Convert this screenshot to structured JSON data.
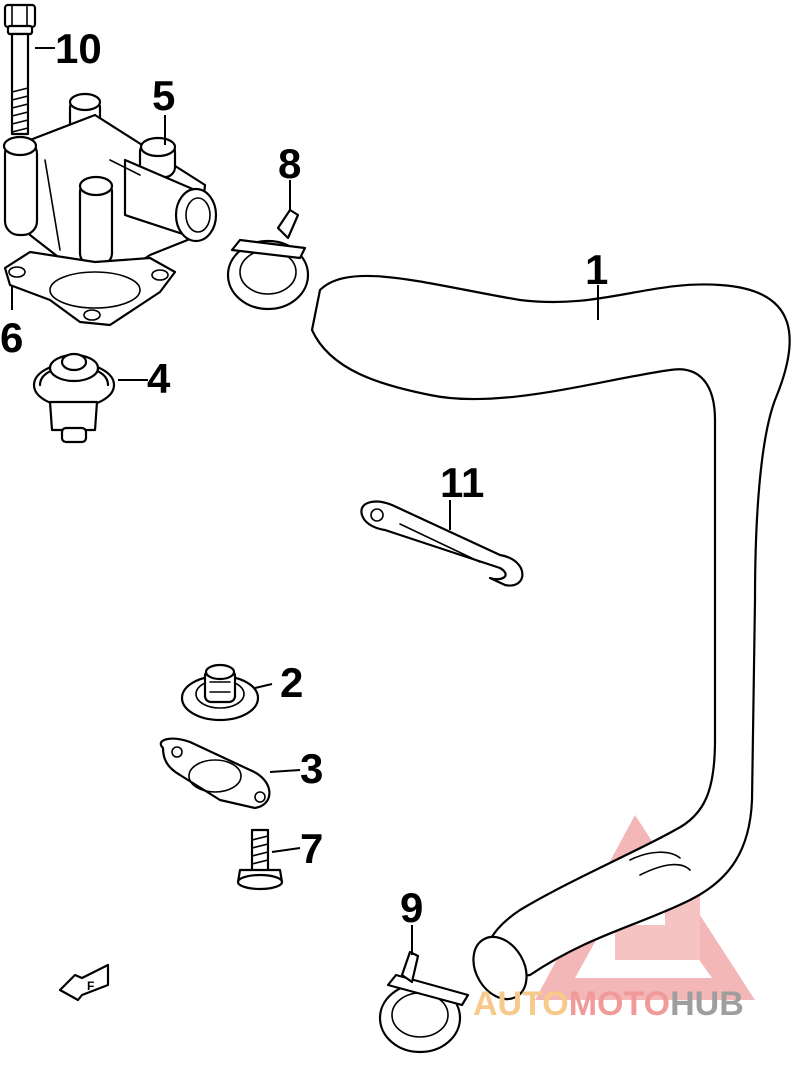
{
  "callouts": {
    "c1": "1",
    "c2": "2",
    "c3": "3",
    "c4": "4",
    "c5": "5",
    "c6": "6",
    "c7": "7",
    "c8": "8",
    "c9": "9",
    "c10": "10",
    "c11": "11"
  },
  "front_arrow": {
    "label": "F"
  },
  "watermark": {
    "brand": "AUTOMOTOHUB",
    "part1": "AUTO",
    "part2": "MOTO",
    "part3": "HUB",
    "colors": {
      "logo": "#f0a0a0",
      "auto": "#f7c98a",
      "moto": "#f19a9a",
      "hub": "#9e9e9e"
    }
  }
}
